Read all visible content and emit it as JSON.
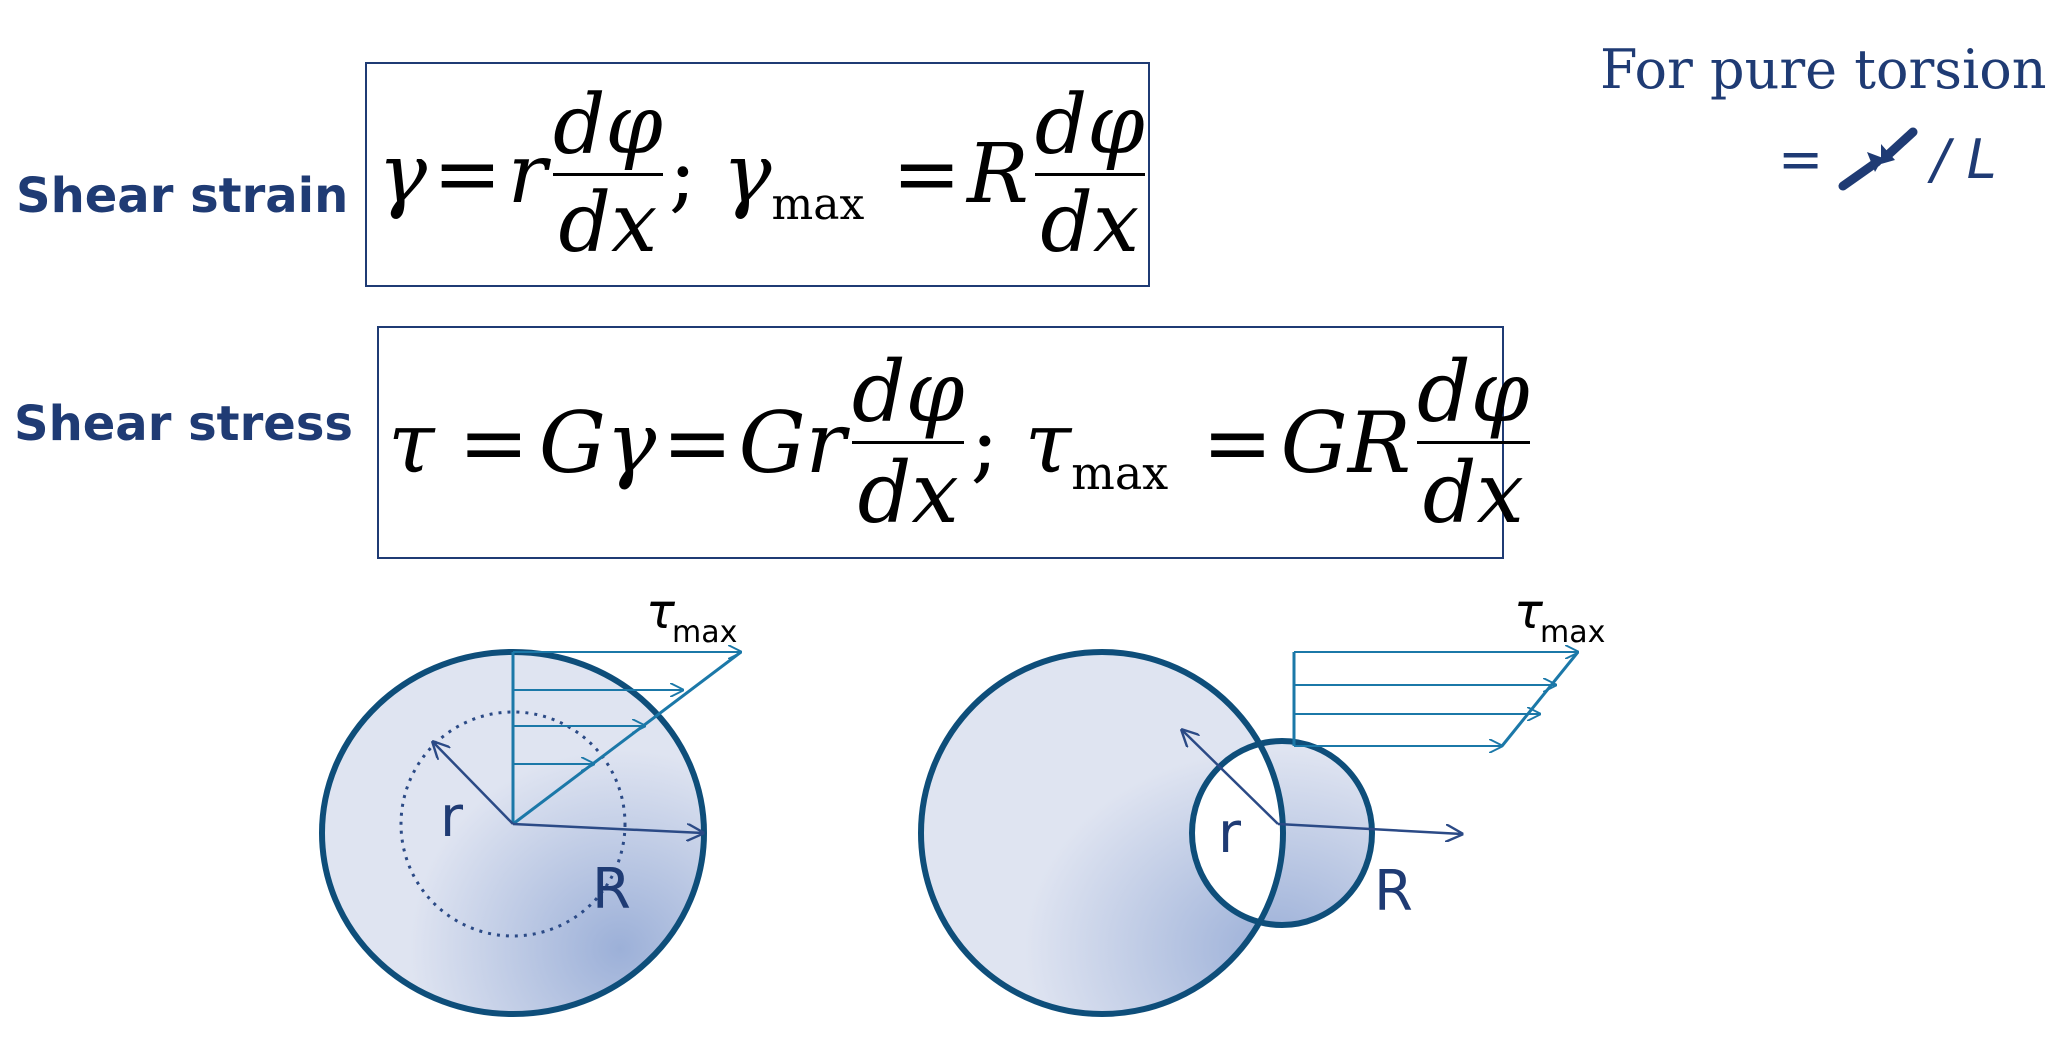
{
  "labels": {
    "shear_strain": "Shear strain",
    "shear_stress": "Shear stress"
  },
  "strain_eq": {
    "lhs": "γ",
    "eq1": "=",
    "r": "r",
    "num": "dφ",
    "den": "dx",
    "sep": ";",
    "gamma": "γ",
    "sub": "max",
    "eq2": "=",
    "R": "R",
    "num2": "dφ",
    "den2": "dx"
  },
  "stress_eq": {
    "tau": "τ",
    "eq1": "=",
    "G_gamma": "Gγ",
    "eq2": "=",
    "Gr": "Gr",
    "num": "dφ",
    "den": "dx",
    "sep": ";",
    "tau2": "τ",
    "sub": "max",
    "eq3": "=",
    "GR": "GR",
    "num2": "dφ",
    "den2": "dx"
  },
  "note": {
    "line1": "For pure torsion",
    "eq": "=",
    "tail": "/ L"
  },
  "diagrams": {
    "solid": {
      "tau": "τ",
      "tau_sub": "max",
      "r": "r",
      "R": "R"
    },
    "hollow": {
      "tau": "τ",
      "tau_sub": "max",
      "r": "r",
      "R": "R"
    }
  },
  "colors": {
    "text_blue": "#1f3b74",
    "circle_stroke": "#0e4e7a",
    "fill_light": "#dfe4f1",
    "fill_dark": "#9cb0d8",
    "arrow_blue": "#1b78a8",
    "radius_line": "#2b4a86"
  }
}
